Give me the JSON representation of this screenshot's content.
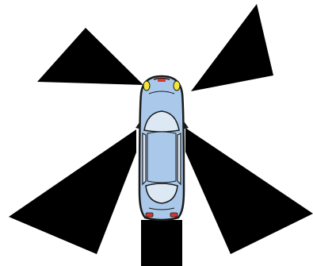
{
  "diagram": {
    "subject": "car-top-view",
    "zones": [
      "front-left",
      "front-right",
      "side-left",
      "side-right",
      "rear"
    ],
    "colors": {
      "background": "#ffffff",
      "zone_fill": "#000000",
      "car_body": "#a9c8ea",
      "car_outline": "#1a1a1a",
      "glass": "#dde8f5",
      "headlights": "#f2e63a",
      "taillights": "#d9352c"
    }
  }
}
